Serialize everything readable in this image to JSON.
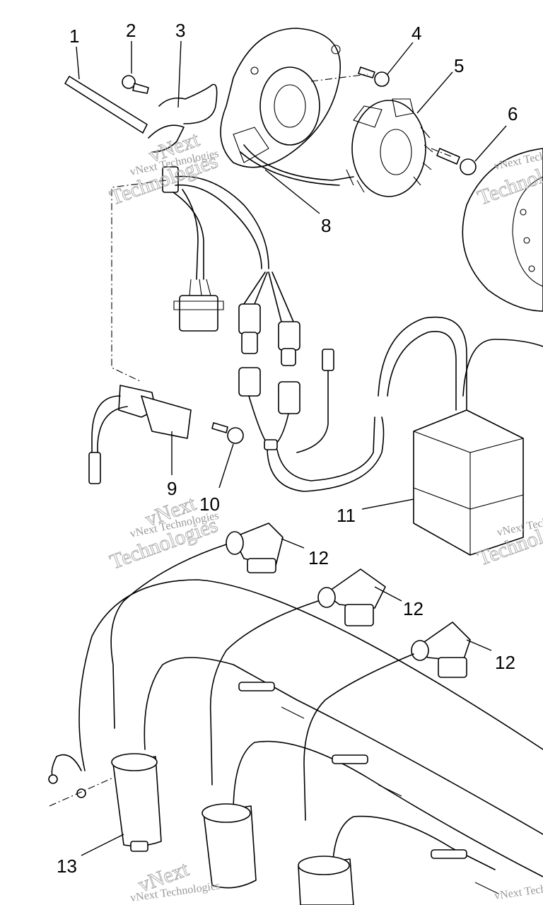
{
  "callouts": [
    "1",
    "2",
    "3",
    "4",
    "5",
    "6",
    "8",
    "9",
    "10",
    "11",
    "12",
    "12",
    "12",
    "13"
  ],
  "watermark": {
    "line1": "vNext Technologies",
    "line2": "vNext",
    "line3": "Technologies"
  }
}
